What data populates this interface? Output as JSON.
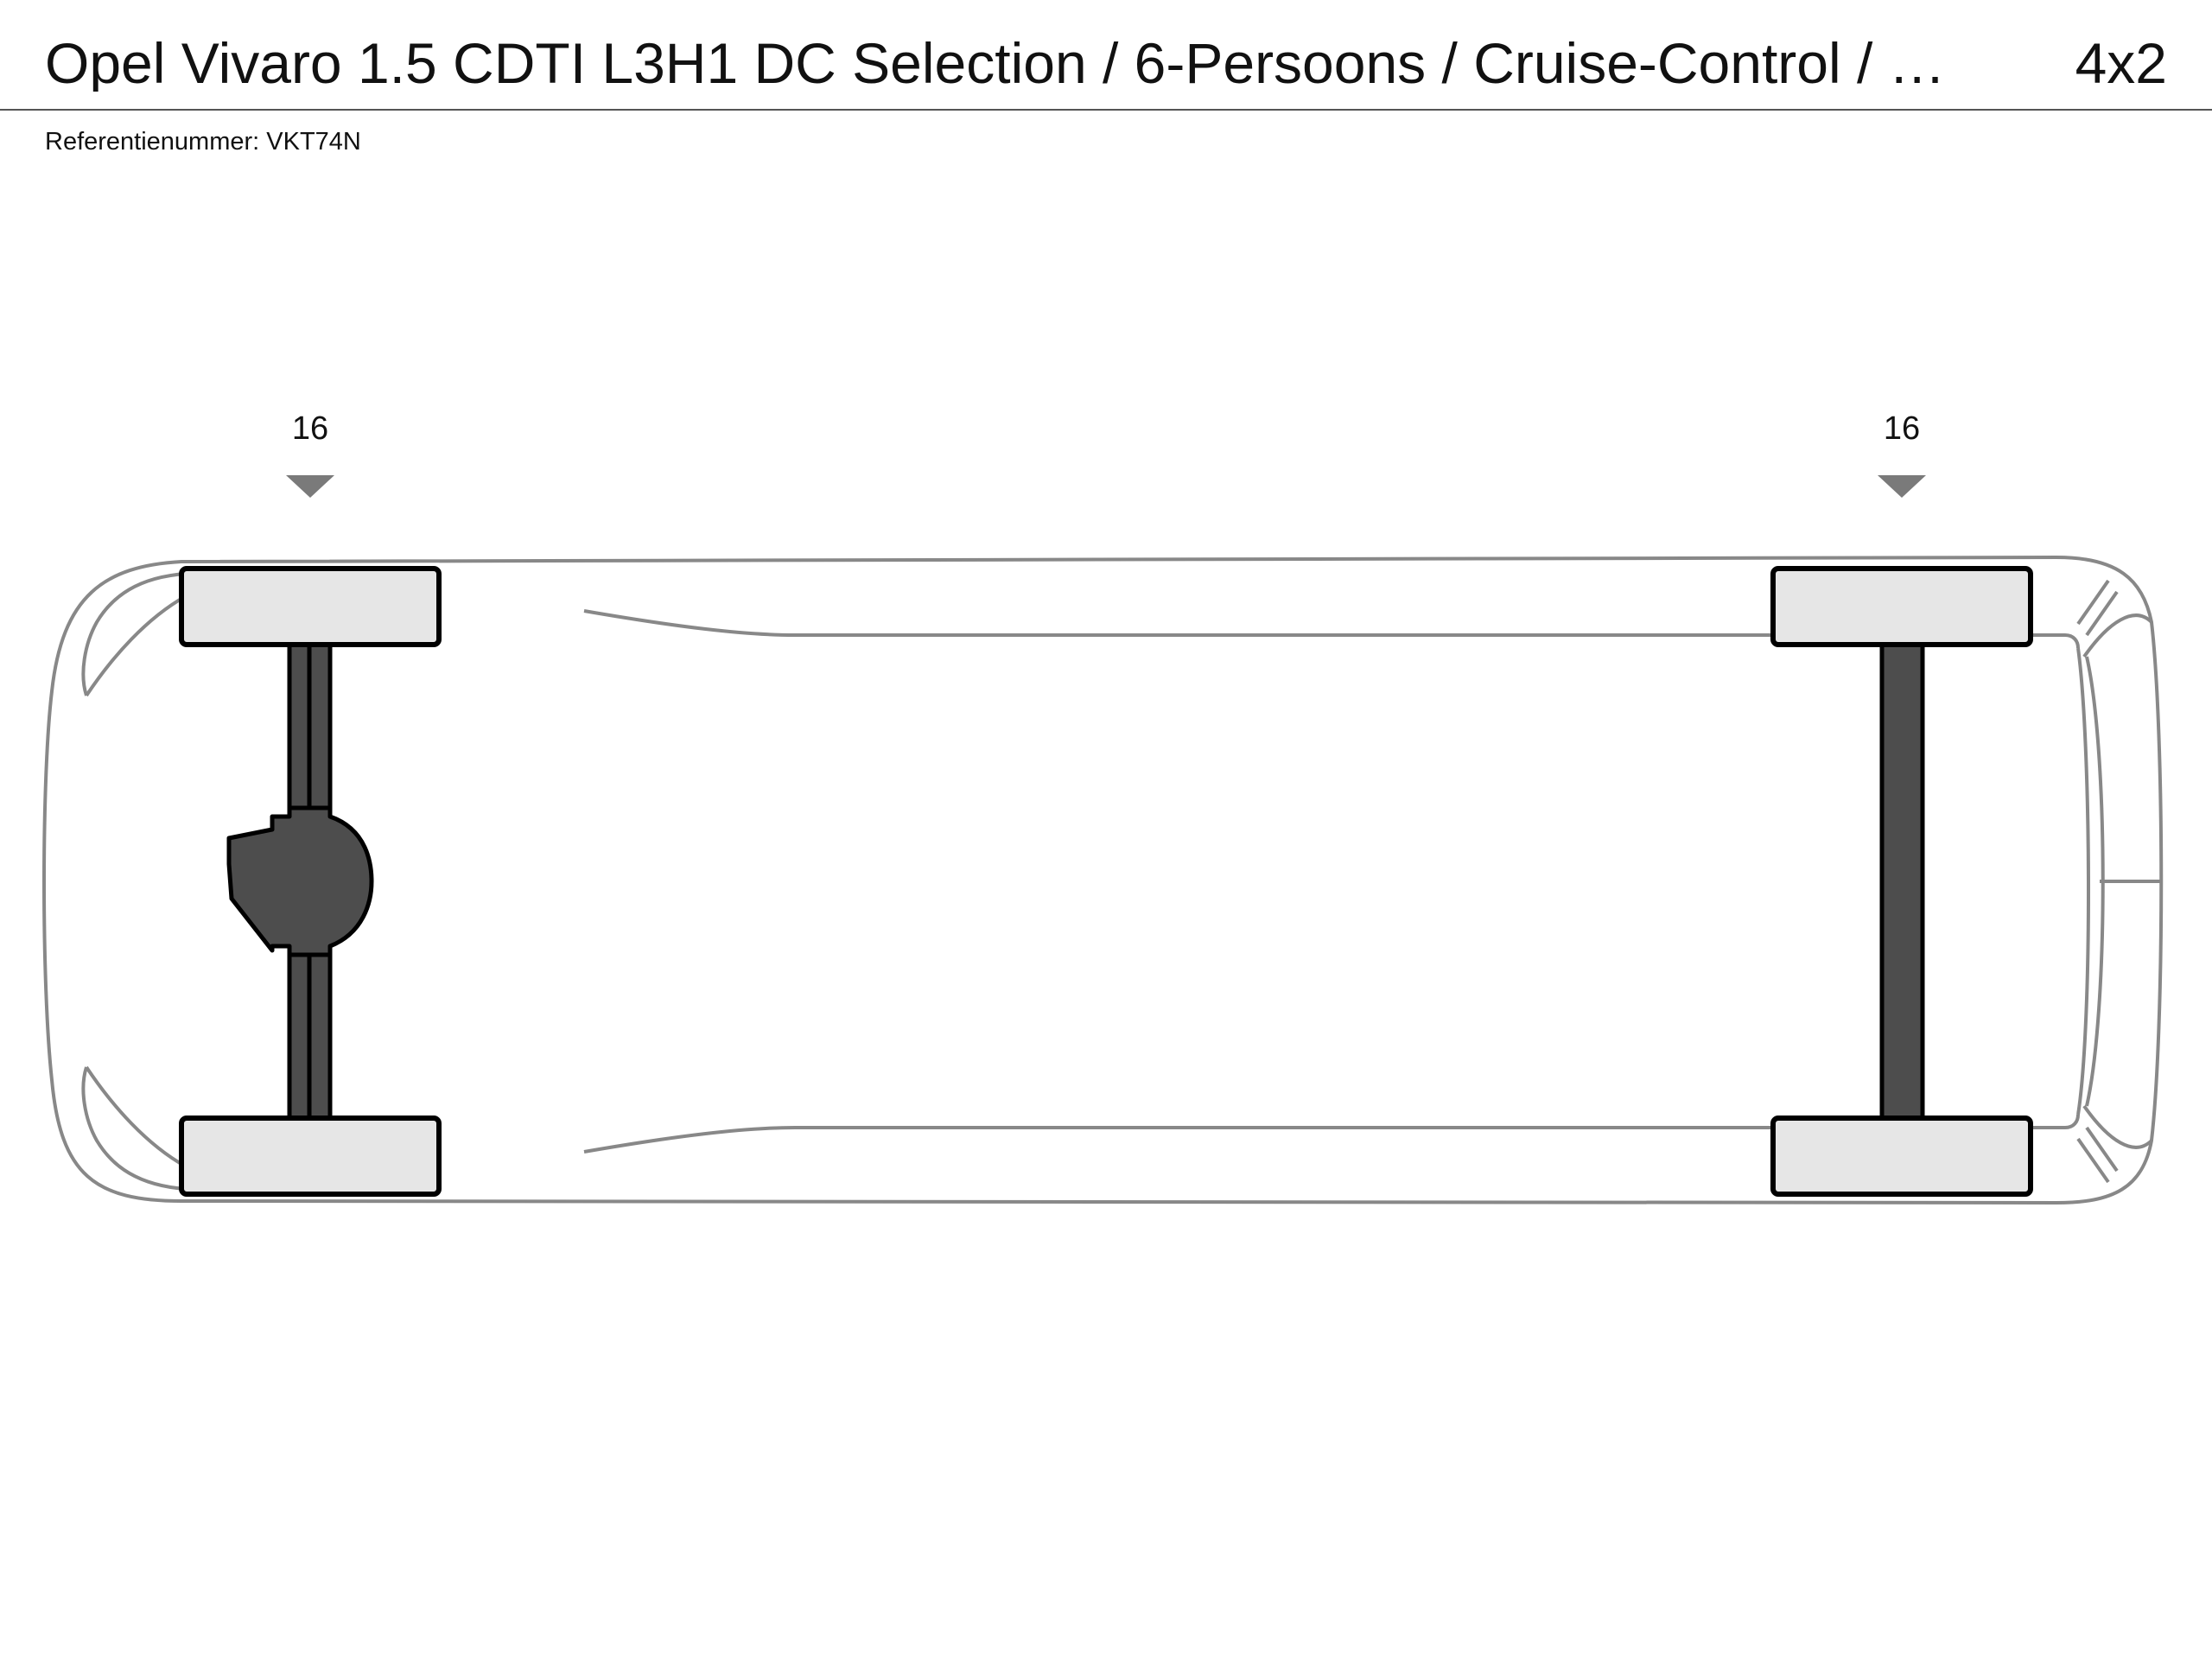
{
  "header": {
    "title": "Opel Vivaro 1.5 CDTI L3H1 DC Selection / 6-Persoons / Cruise-Control / …",
    "drive_type": "4x2"
  },
  "reference": {
    "text": "Referentienummer: VKT74N"
  },
  "axles": [
    {
      "position": "front",
      "tire_size": "16",
      "driven": true
    },
    {
      "position": "rear",
      "tire_size": "16",
      "driven": false
    }
  ],
  "colors": {
    "body_outline": "#888888",
    "tire_fill": "#e6e6e6",
    "axle_fill": "#4d4d4d",
    "marker_fill": "#7a7a7a"
  }
}
